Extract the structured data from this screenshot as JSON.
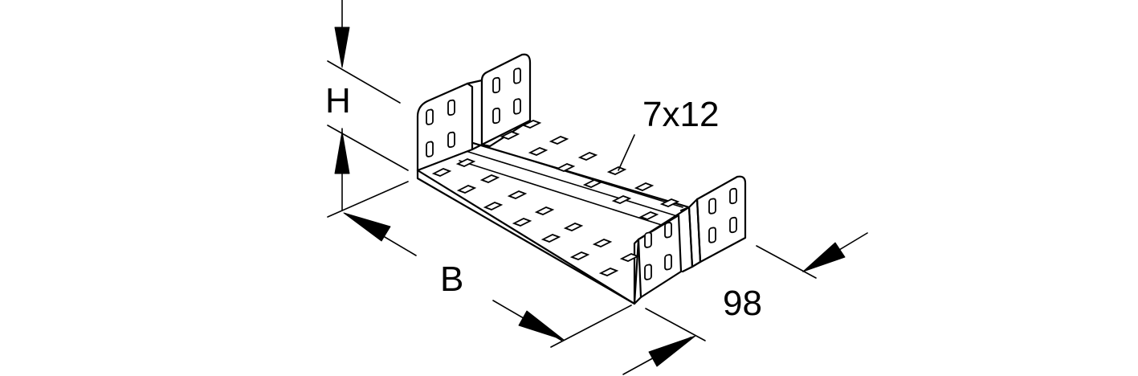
{
  "labels": {
    "height": "H",
    "width": "B",
    "depth": "98",
    "hole_size": "7x12"
  },
  "colors": {
    "line": "#000000",
    "background": "#ffffff"
  }
}
